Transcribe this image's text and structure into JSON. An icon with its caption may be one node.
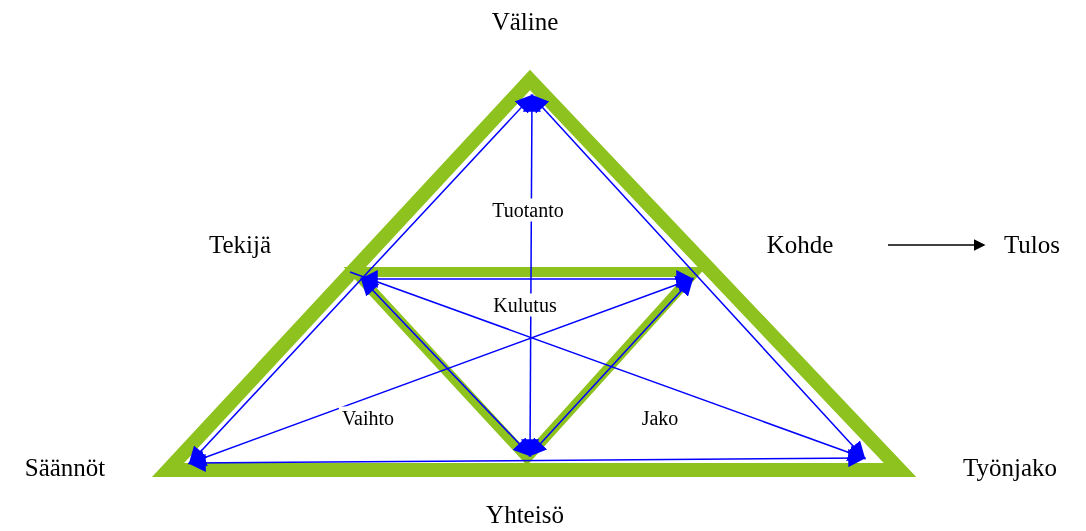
{
  "diagram": {
    "nodes": [
      {
        "text": [
          "Väline"
        ]
      },
      {
        "text": [
          "Tekijä"
        ]
      },
      {
        "text": [
          "Kohde"
        ]
      },
      {
        "text": [
          "Tulos"
        ]
      },
      {
        "text": [
          "Säännöt"
        ]
      },
      {
        "text": [
          "Yhteisö"
        ]
      },
      {
        "text": [
          "Työnjako"
        ]
      }
    ],
    "edges": [
      {
        "from": 0,
        "to": 5,
        "arrow": "both"
      },
      {
        "from": 0,
        "to": 4,
        "arrow": "both"
      },
      {
        "from": 0,
        "to": 6,
        "arrow": "both"
      },
      {
        "from": 1,
        "to": 2,
        "arrow": "both"
      },
      {
        "from": 1,
        "to": 5,
        "arrow": "both"
      },
      {
        "from": 2,
        "to": 5,
        "arrow": "both"
      },
      {
        "from": 1,
        "to": 6,
        "arrow": "to"
      },
      {
        "from": 2,
        "to": 4,
        "arrow": "both"
      },
      {
        "from": 4,
        "to": 6,
        "arrow": "both"
      },
      {
        "from": 2,
        "to": 3,
        "arrow": "to",
        "color": "#000000"
      }
    ],
    "labels": [
      "Tuotanto",
      "Kulutus",
      "Vaihto",
      "Jako"
    ]
  }
}
